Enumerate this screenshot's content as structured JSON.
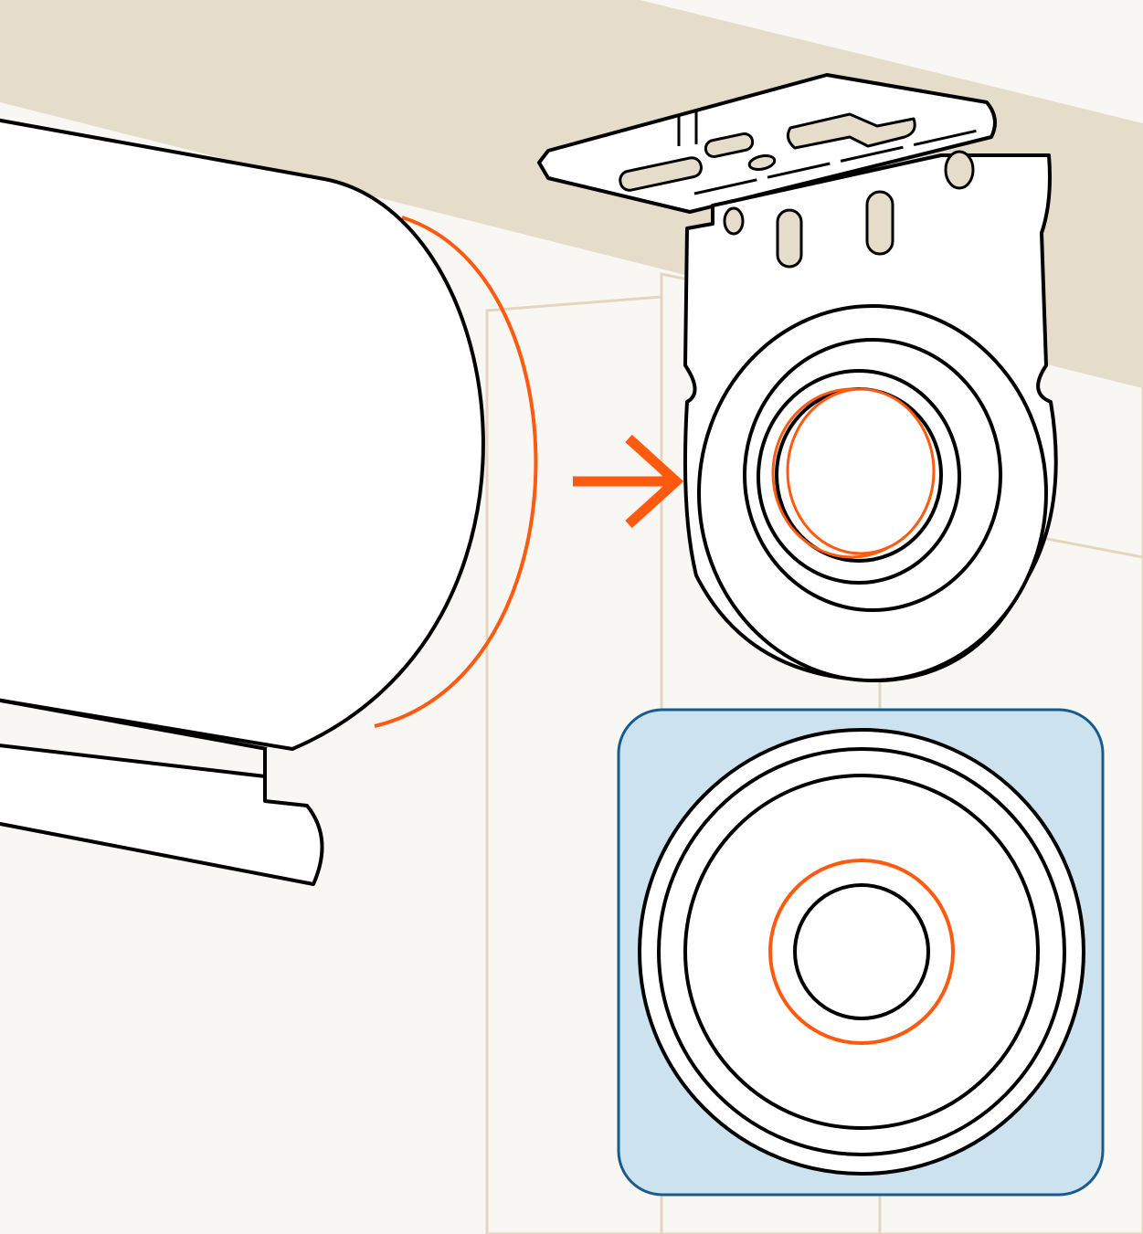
{
  "illustration": {
    "subject": "roller-shade-bracket-installation",
    "colors": {
      "ceiling": "#E5DCCA",
      "wall": "#F9F7F3",
      "wall_seam": "#E2D6BF",
      "outline": "#000000",
      "highlight": "#FF5A0F",
      "inset_fill": "#CCE2EE",
      "inset_border": "#1A5B8E",
      "part_fill": "#FFFFFF"
    },
    "icons": [
      "roller-tube",
      "hem-bar",
      "mounting-bracket",
      "insert-arrow",
      "bracket-detail-inset"
    ]
  }
}
